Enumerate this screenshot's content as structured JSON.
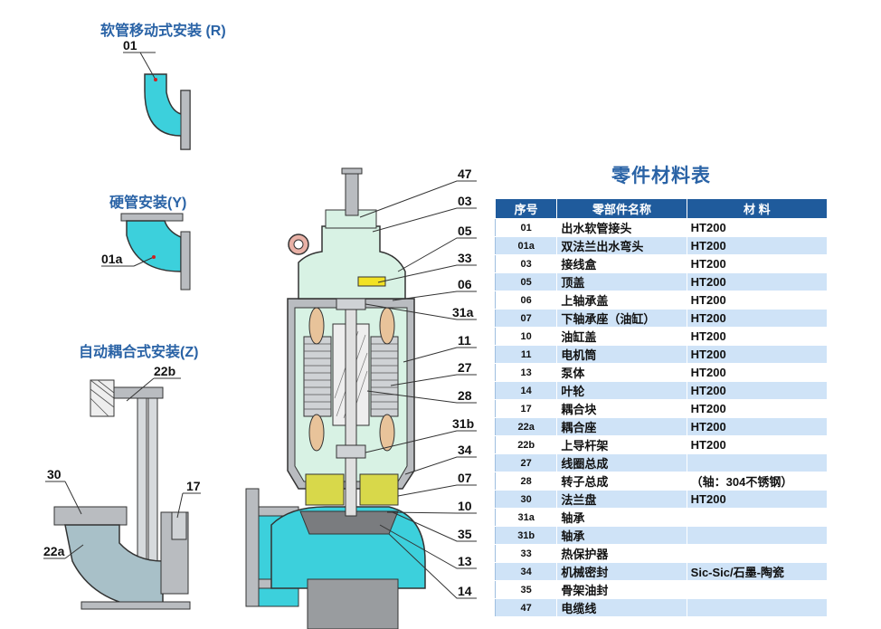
{
  "install": {
    "hose": "软管移动式安装 (R)",
    "hard": "硬管安装(Y)",
    "auto": "自动耦合式安装(Z)"
  },
  "labels": {
    "r01": "01",
    "y01a": "01a",
    "z22b": "22b",
    "z30": "30",
    "z17": "17",
    "z22a": "22a",
    "p47": "47",
    "p03": "03",
    "p05": "05",
    "p33": "33",
    "p06": "06",
    "p31a": "31a",
    "p11": "11",
    "p27": "27",
    "p28": "28",
    "p31b": "31b",
    "p34": "34",
    "p07": "07",
    "p10": "10",
    "p35": "35",
    "p13": "13",
    "p14": "14"
  },
  "table": {
    "title": "零件材料表",
    "headers": [
      "序号",
      "零部件名称",
      "材 料"
    ],
    "rows": [
      {
        "no": "01",
        "name": "出水软管接头",
        "material": "HT200"
      },
      {
        "no": "01a",
        "name": "双法兰出水弯头",
        "material": "HT200"
      },
      {
        "no": "03",
        "name": "接线盒",
        "material": "HT200"
      },
      {
        "no": "05",
        "name": "顶盖",
        "material": "HT200"
      },
      {
        "no": "06",
        "name": "上轴承盖",
        "material": "HT200"
      },
      {
        "no": "07",
        "name": "下轴承座（油缸）",
        "material": "HT200"
      },
      {
        "no": "10",
        "name": "油缸盖",
        "material": "HT200"
      },
      {
        "no": "11",
        "name": "电机筒",
        "material": "HT200"
      },
      {
        "no": "13",
        "name": "泵体",
        "material": "HT200"
      },
      {
        "no": "14",
        "name": "叶轮",
        "material": "HT200"
      },
      {
        "no": "17",
        "name": "耦合块",
        "material": "HT200"
      },
      {
        "no": "22a",
        "name": "耦合座",
        "material": "HT200"
      },
      {
        "no": "22b",
        "name": "上导杆架",
        "material": "HT200"
      },
      {
        "no": "27",
        "name": "线圈总成",
        "material": ""
      },
      {
        "no": "28",
        "name": "转子总成",
        "material": "（轴：304不锈钢）"
      },
      {
        "no": "30",
        "name": "法兰盘",
        "material": "HT200"
      },
      {
        "no": "31a",
        "name": "轴承",
        "material": ""
      },
      {
        "no": "31b",
        "name": "轴承",
        "material": ""
      },
      {
        "no": "33",
        "name": "热保护器",
        "material": ""
      },
      {
        "no": "34",
        "name": "机械密封",
        "material": "Sic-Sic/石墨-陶瓷"
      },
      {
        "no": "35",
        "name": "骨架油封",
        "material": ""
      },
      {
        "no": "47",
        "name": "电缆线",
        "material": ""
      }
    ]
  },
  "colors": {
    "water": "#3cd0dc",
    "body_fill": "#d8f2e4",
    "metal": "#b9bcc0",
    "header": "#1f5b9c",
    "row_alt": "#cfe3f7",
    "title": "#2a63a6"
  }
}
